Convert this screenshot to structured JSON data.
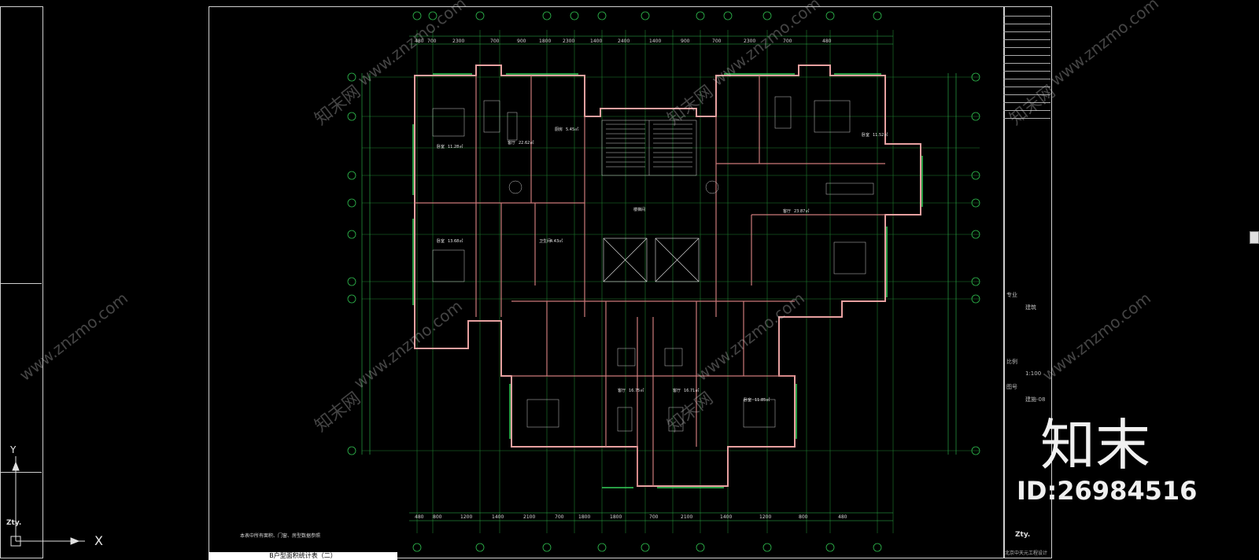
{
  "drawing": {
    "left_panel_labels": [
      "Zty.",
      "X",
      "Y"
    ],
    "notes_line": "本表中所有面积、门窗、房型数据参照",
    "caption": "B户型面积统计表（二）",
    "stairs_label": "楼梯间",
    "units": [
      {
        "room": "卧室",
        "area": "11.28㎡"
      },
      {
        "room": "客厅",
        "area": "22.62㎡"
      },
      {
        "room": "厨房",
        "area": "5.45㎡"
      },
      {
        "room": "卧室",
        "area": "13.68㎡"
      },
      {
        "room": "卫生间",
        "area": "4.43㎡"
      },
      {
        "room": "客厅",
        "area": "23.87㎡"
      },
      {
        "room": "卧室",
        "area": "11.52㎡"
      },
      {
        "room": "客厅",
        "area": "16.75㎡"
      },
      {
        "room": "客厅",
        "area": "16.71㎡"
      },
      {
        "room": "卧室",
        "area": "11.85㎡"
      }
    ],
    "top_dims": [
      "480",
      "700",
      "2300",
      "700",
      "900",
      "1800",
      "2300",
      "1400",
      "2400",
      "1400",
      "900",
      "700",
      "2300",
      "700",
      "480"
    ],
    "bottom_dims": [
      "480",
      "800",
      "1200",
      "1400",
      "2100",
      "700",
      "1800",
      "1800",
      "700",
      "2100",
      "1400",
      "1200",
      "800",
      "480"
    ]
  },
  "title_block": {
    "rows": [
      "专业",
      "建筑",
      "比例",
      "1:100",
      "图号",
      "建施-08"
    ],
    "company": "北京中天元工程设计",
    "logo": "Zty."
  },
  "watermark": {
    "cn": "知末网",
    "url": "www.znzmo.com",
    "brand": "知末",
    "id": "ID:26984516"
  }
}
